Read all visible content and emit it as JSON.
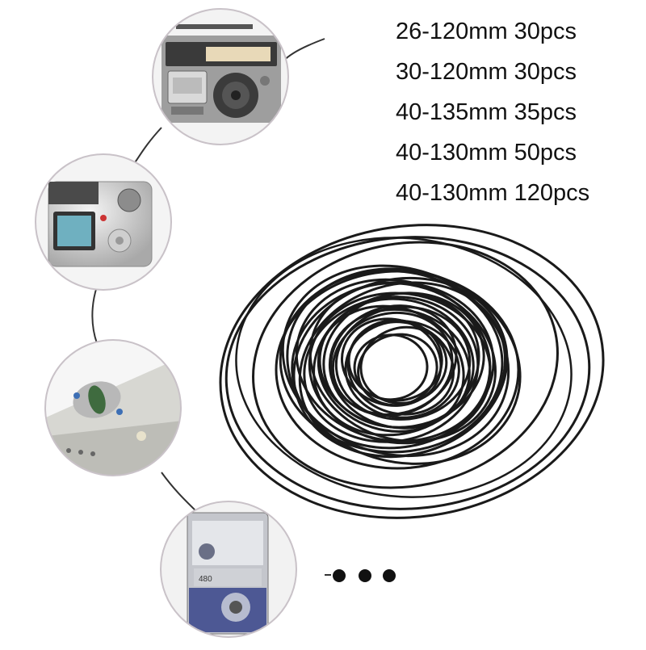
{
  "specs": [
    "26-120mm 30pcs",
    "30-120mm 30pcs",
    "40-135mm 35pcs",
    "40-130mm 50pcs",
    "40-130mm 120pcs"
  ],
  "thumbnails": [
    {
      "subject": "cassette-radio",
      "badge": ""
    },
    {
      "subject": "digital-camera",
      "badge": ""
    },
    {
      "subject": "portable-player",
      "badge": ""
    },
    {
      "subject": "walkman",
      "badge": "480"
    }
  ],
  "colors": {
    "circle_border": "#c9c2c8",
    "belt": "#1a1a1a",
    "connector": "#333333",
    "text": "#111111"
  },
  "more_indicator": "ellipsis-dots"
}
